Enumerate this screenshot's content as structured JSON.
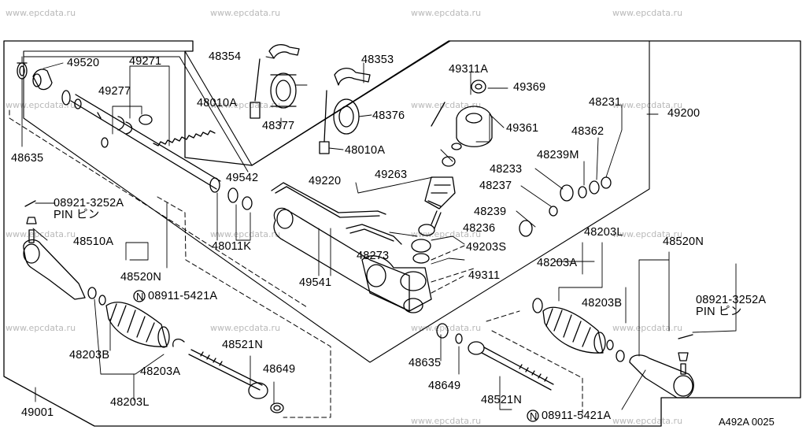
{
  "watermark": "www.epcdata.ru",
  "diagram_code": "A492A 0025",
  "parts": {
    "p49520": "49520",
    "p49271": "49271",
    "p49277": "49277",
    "p48635a": "48635",
    "p48354": "48354",
    "p48353": "48353",
    "p48010a_1": "48010A",
    "p48377": "48377",
    "p48376": "48376",
    "p48010a_2": "48010A",
    "p49311a": "49311A",
    "p49369": "49369",
    "p48231": "48231",
    "p49200": "49200",
    "p49361": "49361",
    "p48362": "48362",
    "p48239m": "48239M",
    "p48233": "48233",
    "p49542": "49542",
    "p49220": "49220",
    "p49263": "49263",
    "p48237": "48237",
    "p48239": "48239",
    "p48236": "48236",
    "p49203s": "49203S",
    "p48273": "48273",
    "p49311": "49311",
    "p49541": "49541",
    "p48011k": "48011K",
    "p08921a": "08921-3252A",
    "pin_a": "PIN ピン",
    "p48510a": "48510A",
    "p48520n_l": "48520N",
    "p08911a": "08911-5421A",
    "p48203b_l": "48203B",
    "p48203a_l": "48203A",
    "p48203l_l": "48203L",
    "p48521n_l": "48521N",
    "p48649_l": "48649",
    "p49001": "49001",
    "p48203l_r": "48203L",
    "p48203a_r": "48203A",
    "p48203b_r": "48203B",
    "p48520n_r": "48520N",
    "p08921b": "08921-3252A",
    "pin_b": "PIN ピン",
    "p48635b": "48635",
    "p48649_r": "48649",
    "p48521n_r": "48521N",
    "p08911b": "08911-5421A",
    "n_mark": "N"
  }
}
